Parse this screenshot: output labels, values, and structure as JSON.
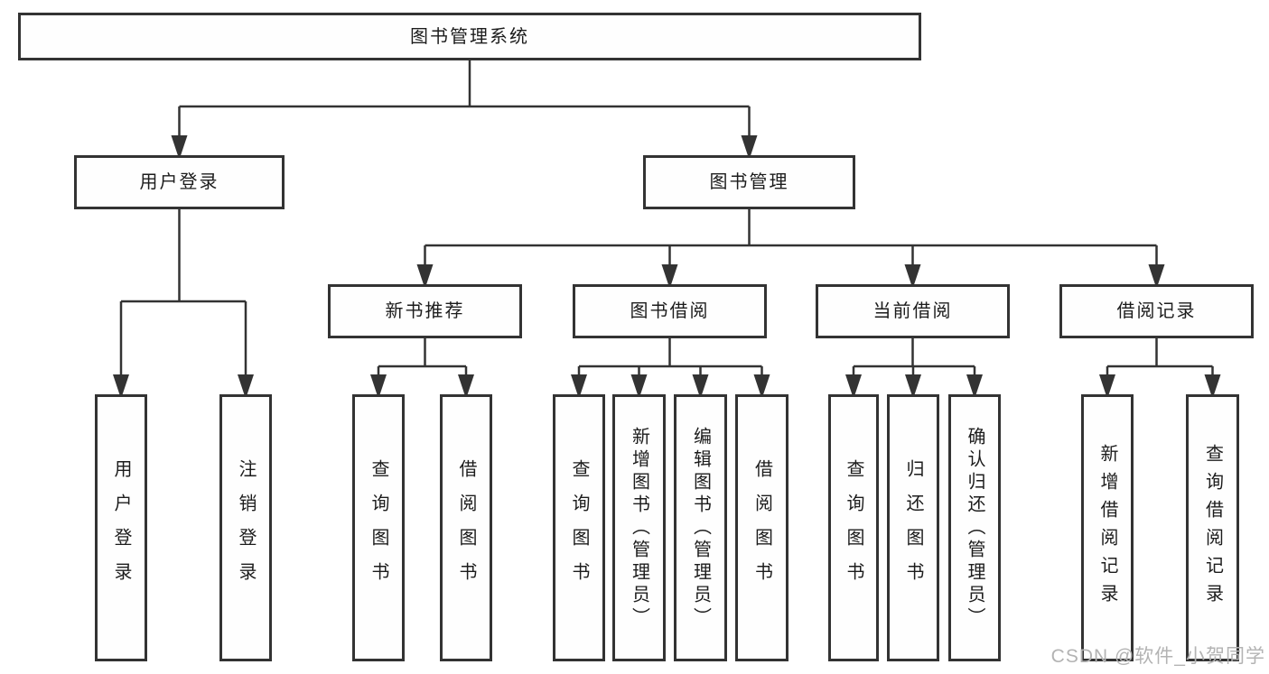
{
  "colors": {
    "line": "#333333",
    "box_border": "#333333",
    "text": "#1c1c1c",
    "watermark": "#b3b3b3",
    "background": "#ffffff"
  },
  "watermark": {
    "text": "CSDN @软件_小贺同学"
  },
  "diagram": {
    "title": "图书管理系统",
    "nodes": [
      {
        "id": "root",
        "label": "图书管理系统",
        "parent": null
      },
      {
        "id": "user-login",
        "label": "用户登录",
        "parent": "root"
      },
      {
        "id": "book-mgmt",
        "label": "图书管理",
        "parent": "root"
      },
      {
        "id": "user-login-leaf",
        "label": "用户登录",
        "parent": "user-login"
      },
      {
        "id": "logout-leaf",
        "label": "注销登录",
        "parent": "user-login"
      },
      {
        "id": "new-book-rec",
        "label": "新书推荐",
        "parent": "book-mgmt"
      },
      {
        "id": "book-borrow",
        "label": "图书借阅",
        "parent": "book-mgmt"
      },
      {
        "id": "current-borrow",
        "label": "当前借阅",
        "parent": "book-mgmt"
      },
      {
        "id": "borrow-record",
        "label": "借阅记录",
        "parent": "book-mgmt"
      },
      {
        "id": "query-books-new",
        "label": "查询图书",
        "parent": "new-book-rec"
      },
      {
        "id": "borrow-books-new",
        "label": "借阅图书",
        "parent": "new-book-rec"
      },
      {
        "id": "query-books-borrow",
        "label": "查询图书",
        "parent": "book-borrow"
      },
      {
        "id": "add-books-admin",
        "label": "新增图书（管理员）",
        "parent": "book-borrow"
      },
      {
        "id": "edit-books-admin",
        "label": "编辑图书（管理员）",
        "parent": "book-borrow"
      },
      {
        "id": "borrow-books-borrow",
        "label": "借阅图书",
        "parent": "book-borrow"
      },
      {
        "id": "query-books-current",
        "label": "查询图书",
        "parent": "current-borrow"
      },
      {
        "id": "return-books",
        "label": "归还图书",
        "parent": "current-borrow"
      },
      {
        "id": "confirm-return-admin",
        "label": "确认归还（管理员）",
        "parent": "current-borrow"
      },
      {
        "id": "add-borrow-record",
        "label": "新增借阅记录",
        "parent": "borrow-record"
      },
      {
        "id": "query-borrow-record",
        "label": "查询借阅记录",
        "parent": "borrow-record"
      }
    ]
  }
}
